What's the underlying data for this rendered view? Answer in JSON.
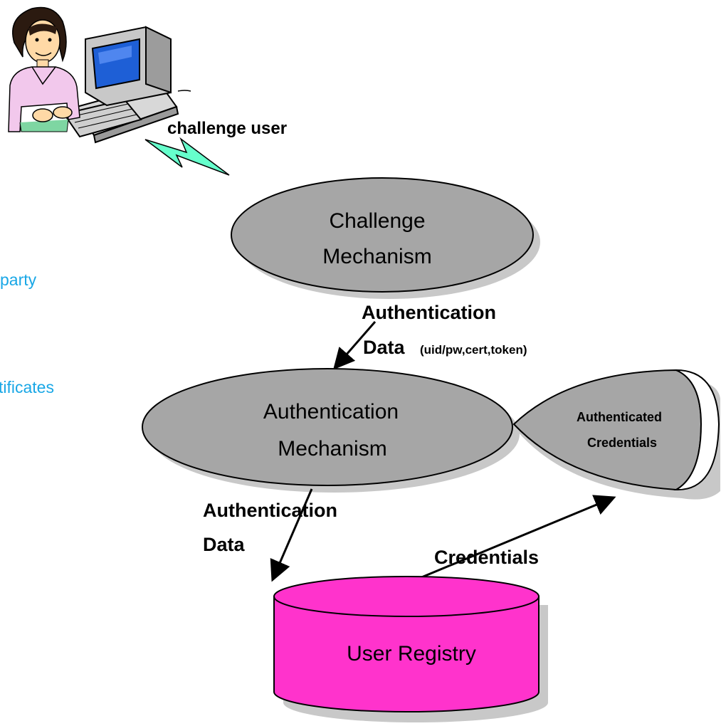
{
  "diagram": {
    "labels": {
      "challenge_user": "challenge user",
      "challenge_node_line1": "Challenge",
      "challenge_node_line2": "Mechanism",
      "auth_data_top_line1": "Authentication",
      "auth_data_top_line2": "Data",
      "auth_data_top_detail": "(uid/pw,cert,token)",
      "auth_node_line1": "Authentication",
      "auth_node_line2": "Mechanism",
      "credentials_node_line1": "Authenticated",
      "credentials_node_line2": "Credentials",
      "auth_data_bottom_line1": "Authentication",
      "auth_data_bottom_line2": "Data",
      "credentials_edge": "Credentials",
      "registry_node": "User Registry"
    },
    "side_text": {
      "party": "party",
      "tificates": "tificates"
    },
    "colors": {
      "node_fill": "#a6a6a6",
      "registry_fill": "#ff33cc",
      "shadow": "#c8c8c8",
      "side_text": "#19a7e6",
      "lightning": "#66ffcc",
      "monitor_screen": "#1e5fd6",
      "blouse": "#f2c8ec",
      "skin": "#ffd9a6",
      "hair": "#2b1a10"
    }
  }
}
